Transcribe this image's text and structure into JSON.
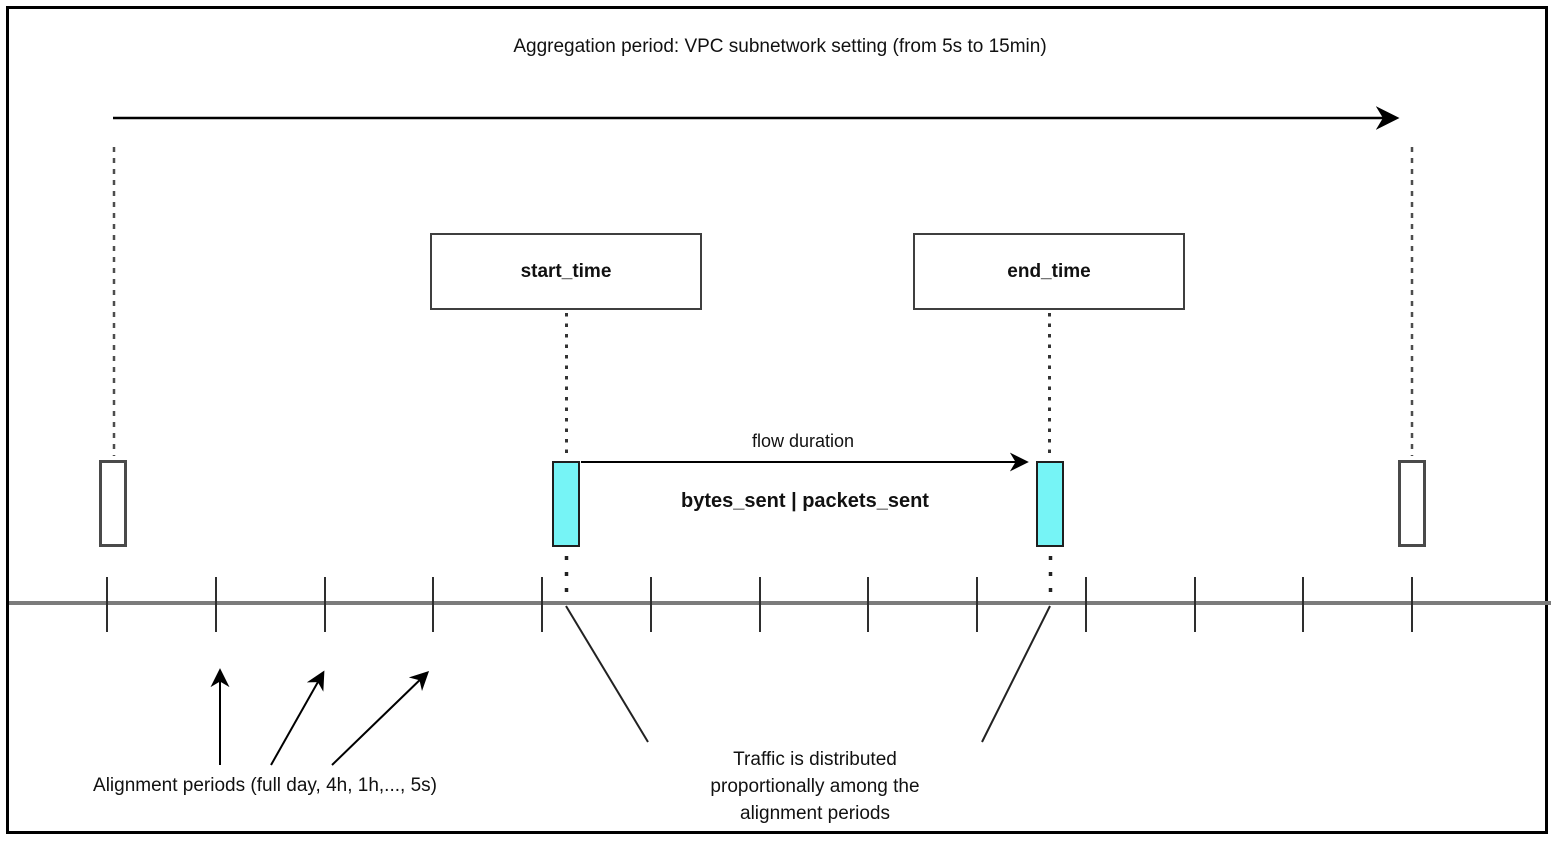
{
  "title": "Aggregation period: VPC subnetwork setting (from 5s to 15min)",
  "boxes": {
    "start": "start_time",
    "end": "end_time"
  },
  "flow": {
    "duration_label": "flow duration",
    "metrics_label": "bytes_sent | packets_sent"
  },
  "annotations": {
    "alignment_label": "Alignment periods (full day, 4h, 1h,..., 5s)",
    "traffic_note": "Traffic is distributed\nproportionally among the\nalignment periods"
  },
  "colors": {
    "marker_fill": "#76f4f6",
    "timeline": "#7b7b7b",
    "stroke": "#1a1a1a"
  }
}
